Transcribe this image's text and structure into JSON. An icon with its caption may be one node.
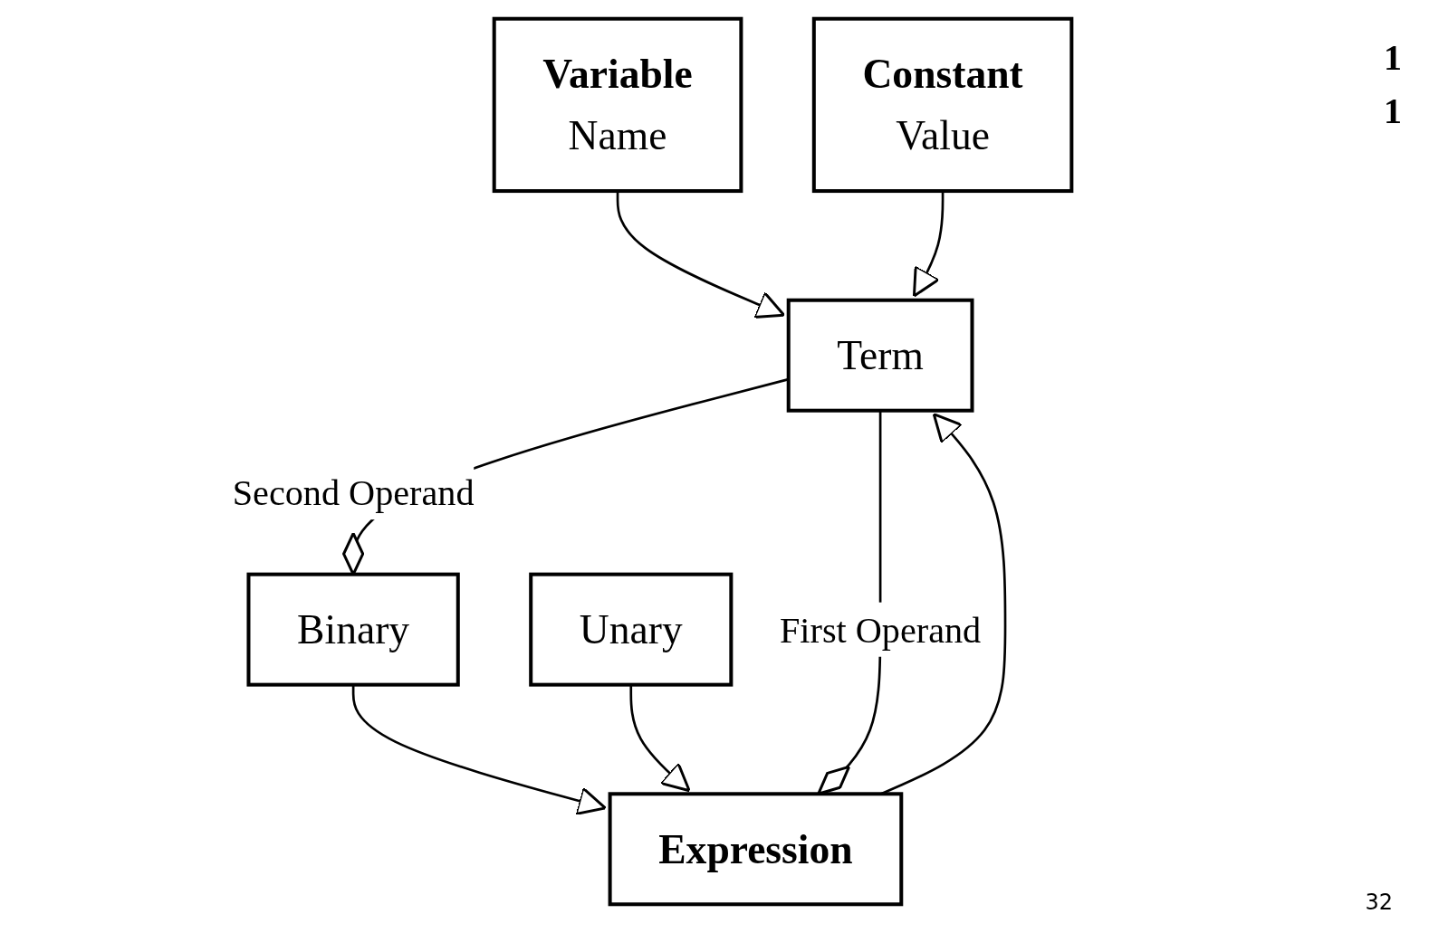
{
  "diagram": {
    "nodes": [
      {
        "text": [
          "Term"
        ]
      },
      {
        "text": [
          "Expression"
        ]
      },
      {
        "text": [
          "Variable",
          "Name"
        ]
      },
      {
        "text": [
          "Constant",
          "Value"
        ]
      },
      {
        "text": [
          "Binary"
        ]
      },
      {
        "text": [
          "Unary"
        ]
      }
    ],
    "edges": [
      {
        "from": 1,
        "to": 0,
        "arrow": "to"
      },
      {
        "from": 2,
        "to": 0,
        "arrow": "to"
      },
      {
        "from": 3,
        "to": 0,
        "arrow": "to"
      },
      {
        "from": 4,
        "to": 1,
        "arrow": "to"
      },
      {
        "from": 5,
        "to": 1,
        "arrow": "to"
      },
      {
        "from": 0,
        "to": 1,
        "arrow": "other",
        "label": "First Operand"
      },
      {
        "from": 0,
        "to": 4,
        "arrow": "other",
        "label": "Second Operand"
      }
    ],
    "labels": [
      "1",
      "1",
      "32"
    ]
  }
}
